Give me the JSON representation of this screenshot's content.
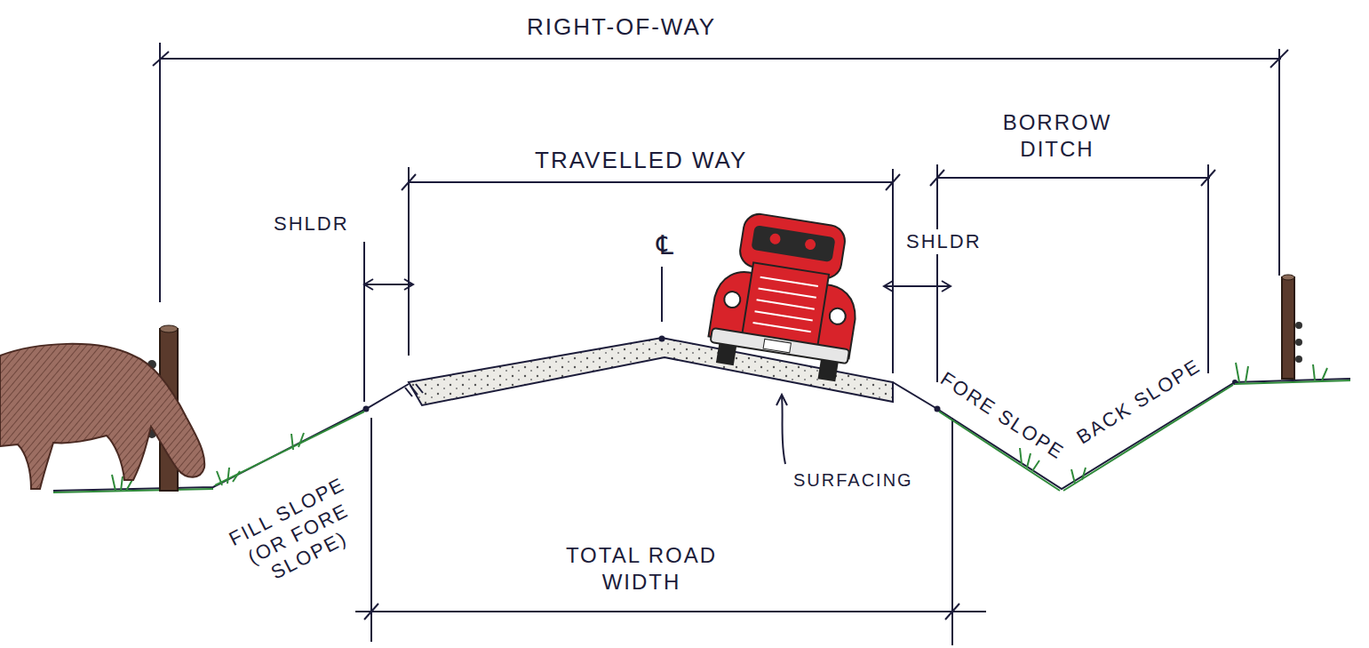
{
  "diagram": {
    "labels": [
      "RIGHT-OF-WAY",
      "TRAVELLED WAY",
      "BORROW DITCH",
      "SHLDR",
      "℄",
      "SHLDR",
      "FILL SLOPE (OR FORE SLOPE)",
      "SURFACING",
      "FORE SLOPE",
      "BACK SLOPE",
      "TOTAL ROAD WIDTH"
    ]
  }
}
